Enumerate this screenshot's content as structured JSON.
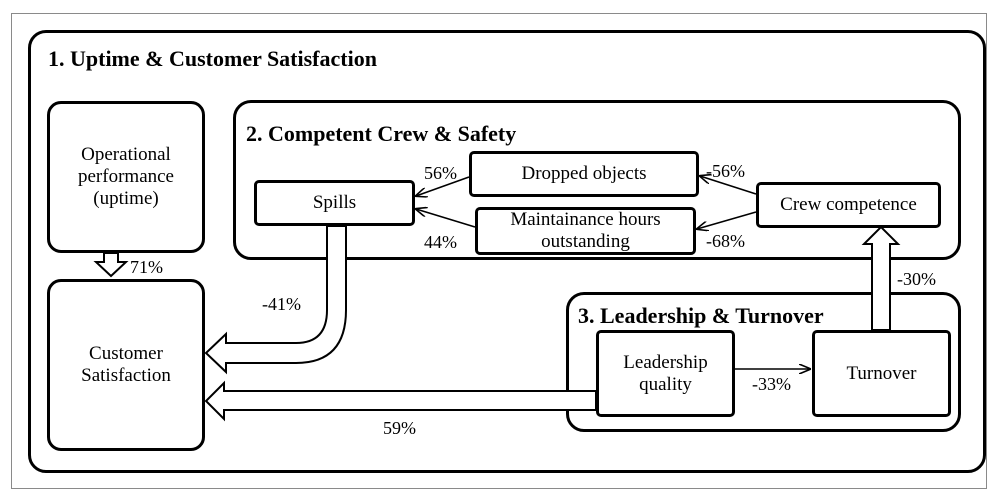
{
  "groups": {
    "g1": "1. Uptime & Customer Satisfaction",
    "g2": "2. Competent Crew & Safety",
    "g3": "3. Leadership & Turnover"
  },
  "nodes": {
    "operational": [
      "Operational",
      "performance",
      "(uptime)"
    ],
    "customer": [
      "Customer",
      "Satisfaction"
    ],
    "spills": "Spills",
    "dropped": "Dropped objects",
    "maintenance": [
      "Maintainance hours",
      "outstanding"
    ],
    "crew": "Crew competence",
    "leadership": [
      "Leadership",
      "quality"
    ],
    "turnover": "Turnover"
  },
  "edges": {
    "operational_customer": "71%",
    "spills_customer": "-41%",
    "dropped_spills": "56%",
    "maintenance_spills": "44%",
    "crew_dropped": "-56%",
    "crew_maintenance": "-68%",
    "turnover_crew": "-30%",
    "leadership_turnover": "-33%",
    "leadership_customer": "59%"
  }
}
